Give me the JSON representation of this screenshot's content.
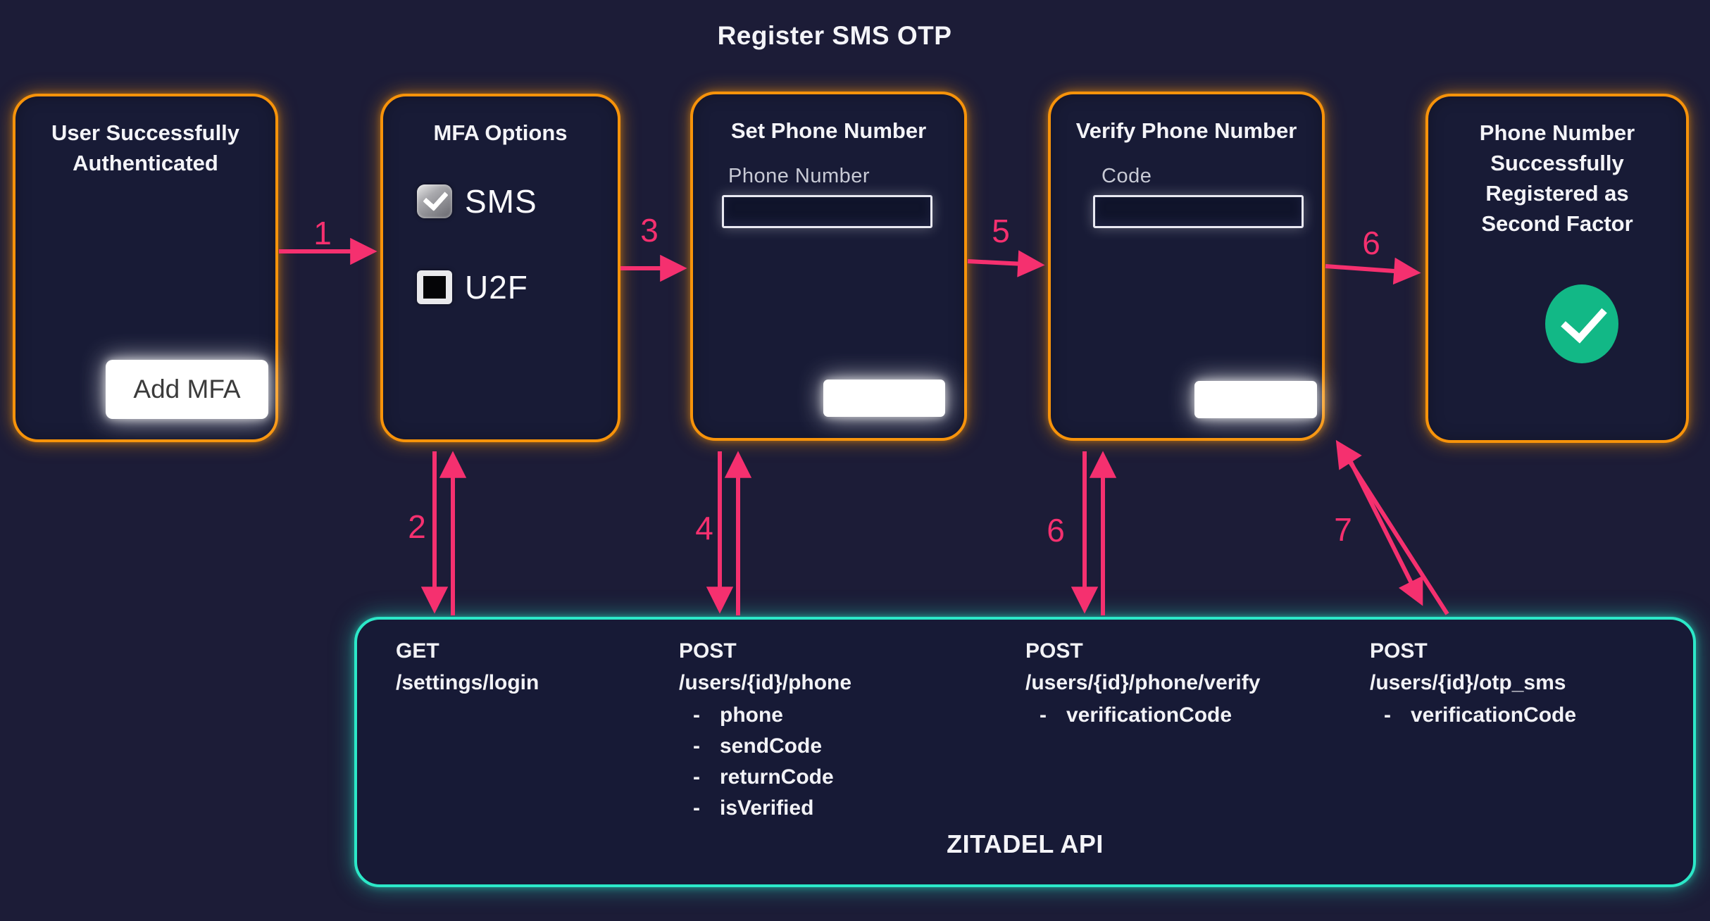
{
  "title": "Register SMS OTP",
  "flow_boxes": {
    "authenticated": {
      "title": "User Successfully\nAuthenticated",
      "button_label": "Add MFA"
    },
    "mfa": {
      "title": "MFA Options",
      "options": [
        {
          "label": "SMS",
          "checked": true
        },
        {
          "label": "U2F",
          "checked": false
        }
      ]
    },
    "set_phone": {
      "title": "Set Phone Number",
      "field_label": "Phone Number",
      "input_value": "",
      "input_placeholder": "",
      "button_label": ""
    },
    "verify_phone": {
      "title": "Verify Phone Number",
      "field_label": "Code",
      "input_value": "",
      "input_placeholder": "",
      "button_label": ""
    },
    "registered": {
      "title": "Phone Number\nSuccessfully\nRegistered as\nSecond Factor"
    }
  },
  "api": {
    "label": "ZITADEL API",
    "endpoints": [
      {
        "method": "GET",
        "path": "/settings/login",
        "params": []
      },
      {
        "method": "POST",
        "path": "/users/{id}/phone",
        "params": [
          "phone",
          "sendCode",
          "returnCode",
          "isVerified"
        ]
      },
      {
        "method": "POST",
        "path": "/users/{id}/phone/verify",
        "params": [
          "verificationCode"
        ]
      },
      {
        "method": "POST",
        "path": "/users/{id}/otp_sms",
        "params": [
          "verificationCode"
        ]
      }
    ]
  },
  "steps": {
    "s1": "1",
    "s2": "2",
    "s3": "3",
    "s4": "4",
    "s5": "5",
    "s6a": "6",
    "s6b": "6",
    "s7": "7"
  },
  "icons": {
    "sms_checkbox": "checked-checkbox-icon",
    "u2f_checkbox": "unchecked-checkbox-icon",
    "success": "check-circle-icon"
  },
  "colors": {
    "background": "#1c1c37",
    "box_fill": "#181b36",
    "box_border_orange": "#f7930a",
    "api_border_teal": "#2ce8c8",
    "arrow_pink": "#f5306f",
    "success_green": "#12b886",
    "button_white": "#ffffff"
  }
}
